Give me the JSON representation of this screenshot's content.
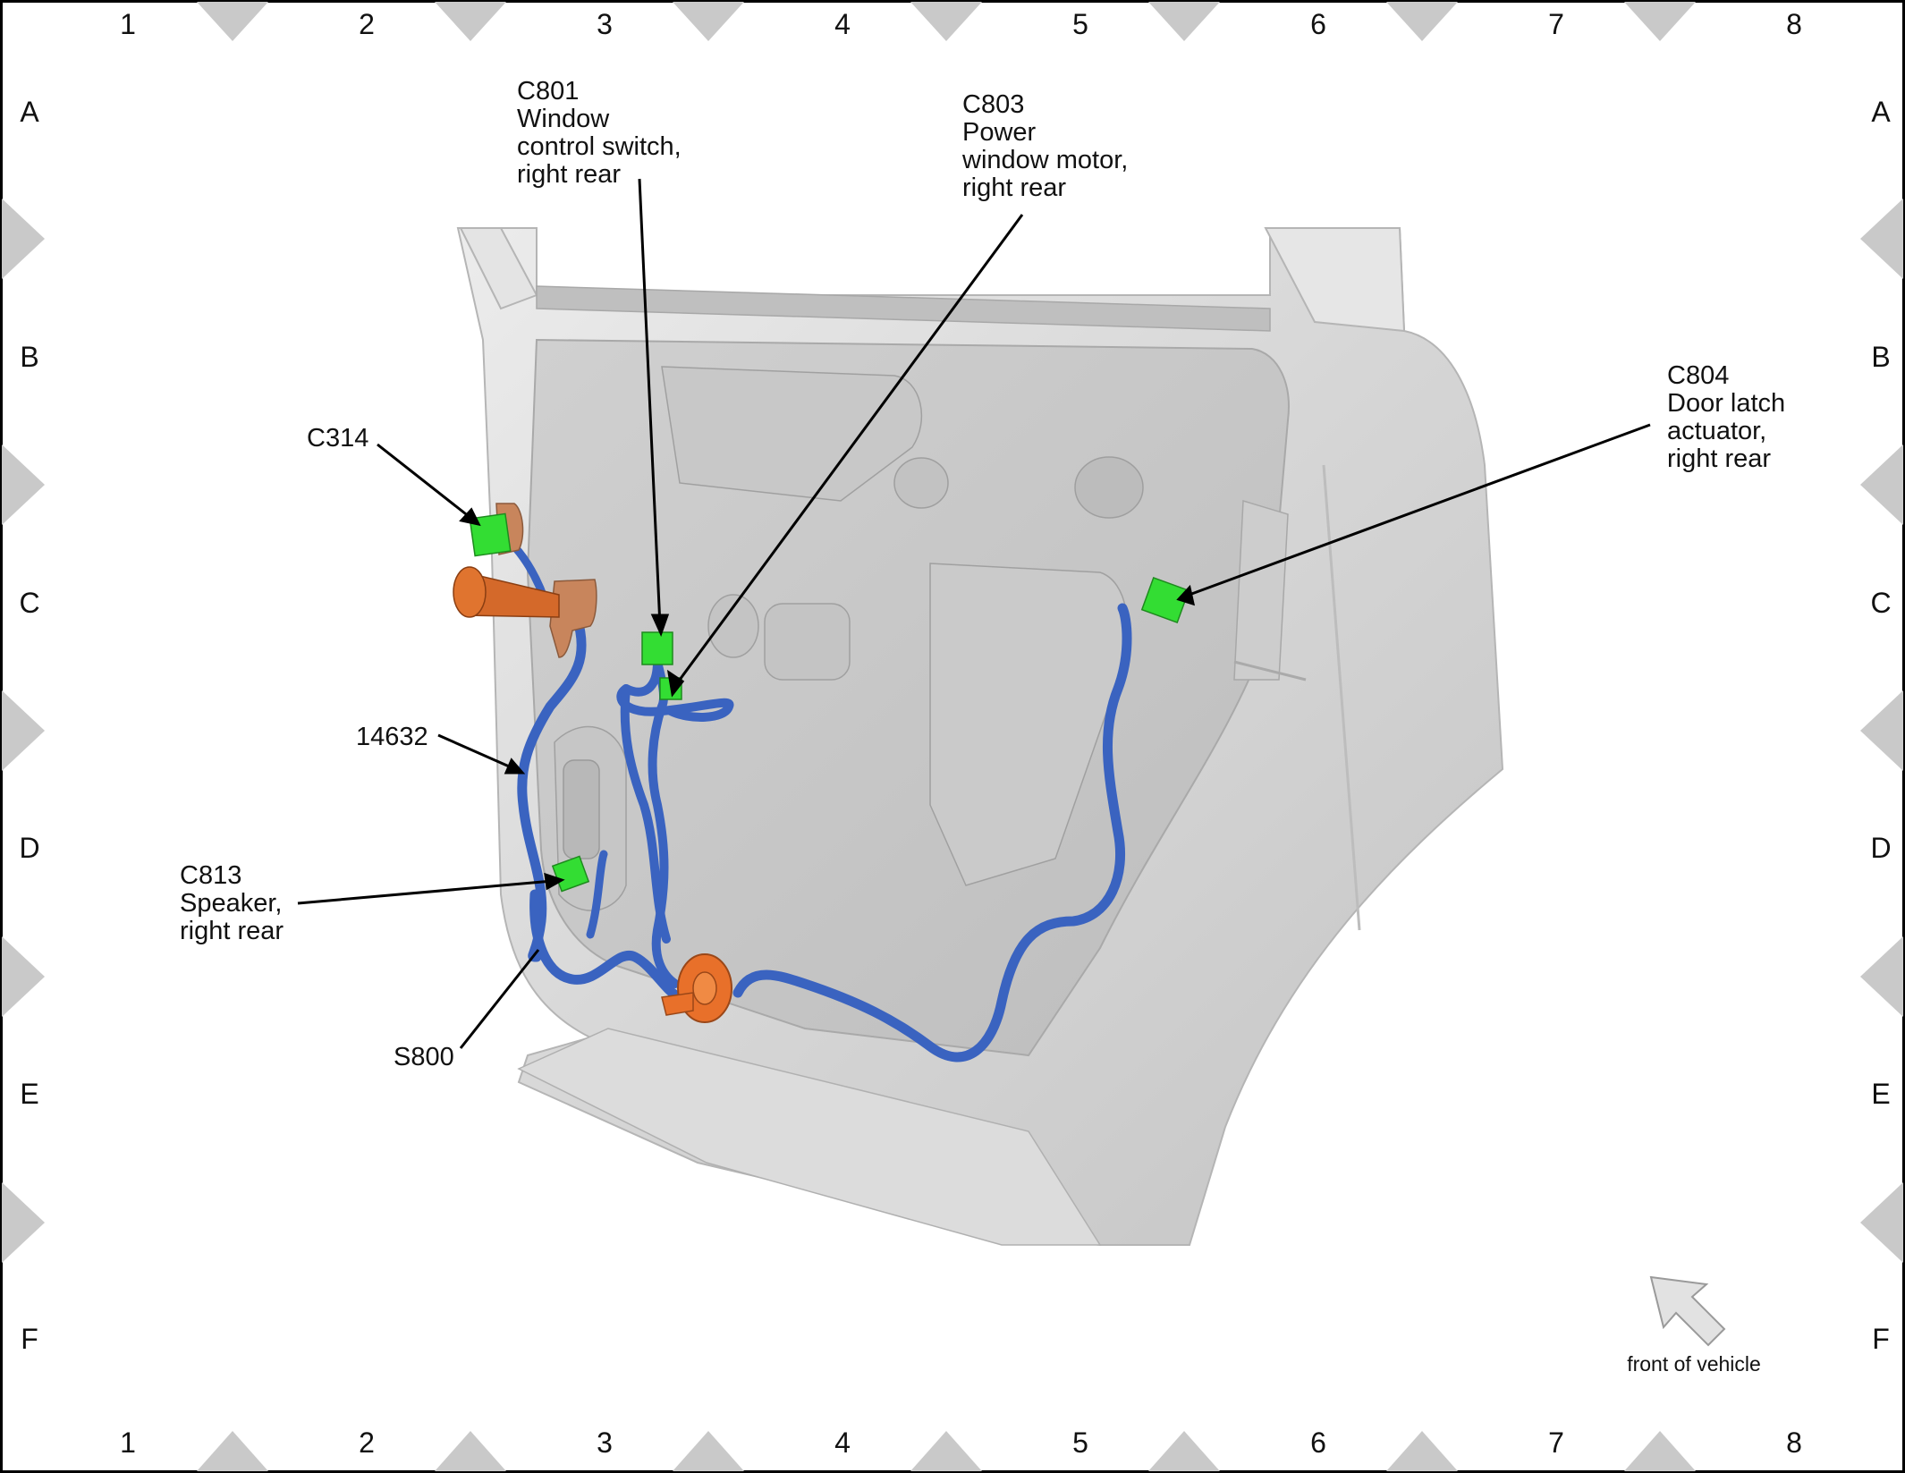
{
  "grid": {
    "columns": [
      "1",
      "2",
      "3",
      "4",
      "5",
      "6",
      "7",
      "8"
    ],
    "rows": [
      "A",
      "B",
      "C",
      "D",
      "E",
      "F"
    ]
  },
  "callouts": {
    "c801": {
      "lines": [
        "C801",
        "Window",
        "control switch,",
        "right rear"
      ]
    },
    "c803": {
      "lines": [
        "C803",
        "Power",
        "window motor,",
        "right rear"
      ]
    },
    "c804": {
      "lines": [
        "C804",
        "Door latch",
        "actuator,",
        "right rear"
      ]
    },
    "c314": {
      "lines": [
        "C314"
      ]
    },
    "h14632": {
      "lines": [
        "14632"
      ]
    },
    "c813": {
      "lines": [
        "C813",
        "Speaker,",
        "right rear"
      ]
    },
    "s800": {
      "lines": [
        "S800"
      ]
    }
  },
  "orientation": {
    "label": "front of vehicle",
    "icon": "arrow-up-left-icon"
  },
  "colors": {
    "connector": "#33dd33",
    "harness": "#3a63c0",
    "grommet": "#e8702a",
    "bracket": "#c8855c",
    "door_panel": "#d4d4d4",
    "border_triangle": "#c9c9c9"
  }
}
